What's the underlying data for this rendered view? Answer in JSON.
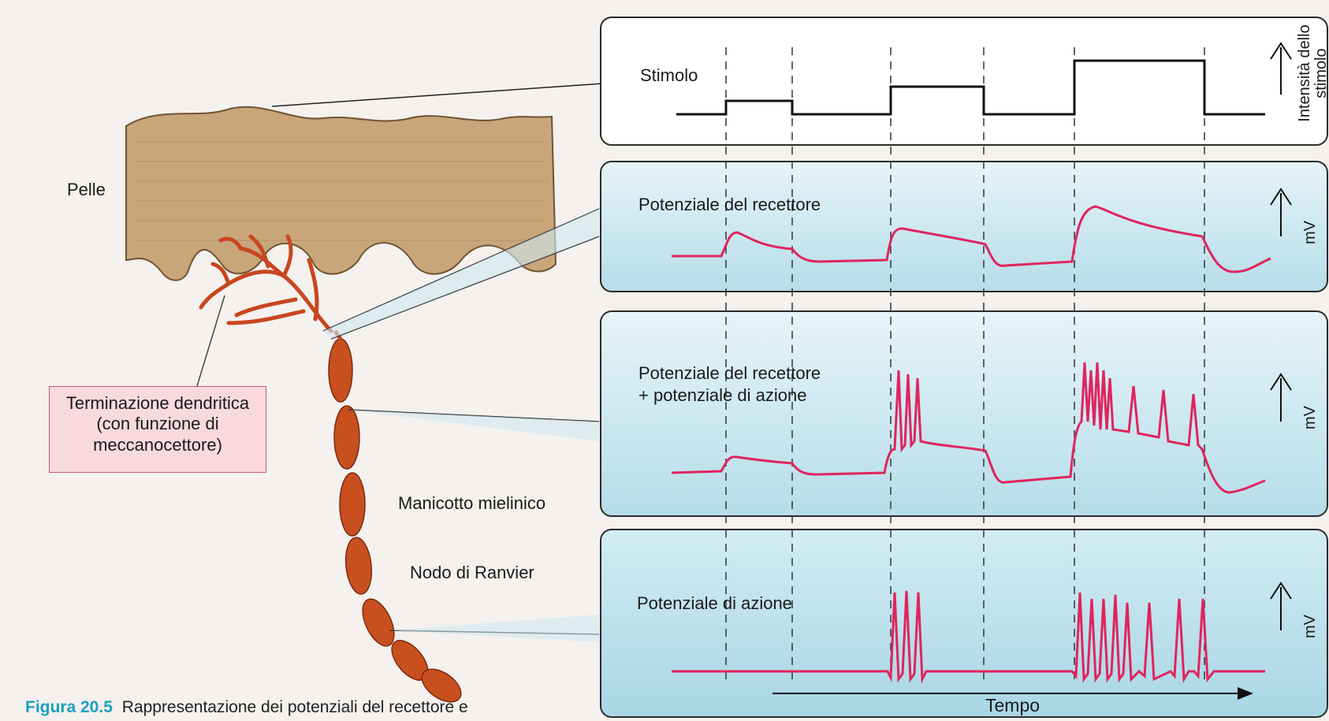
{
  "figure": {
    "labels": {
      "pelle": "Pelle",
      "dendritic_line1": "Terminazione dendritica",
      "dendritic_line2": "(con funzione di",
      "dendritic_line3": "meccanocettore)",
      "myelin": "Manicotto mielinico",
      "ranvier": "Nodo di Ranvier"
    },
    "panels": [
      {
        "title": "Stimolo",
        "axis": "Intensità dello stimolo",
        "axis_line1": "Intensità dello",
        "axis_line2": "stimolo"
      },
      {
        "title": "Potenziale del recettore",
        "axis": "mV"
      },
      {
        "title_line1": "Potenziale del recettore",
        "title_line2": "+ potenziale di azione",
        "axis": "mV"
      },
      {
        "title": "Potenziale di azione",
        "axis": "mV"
      }
    ],
    "time_axis": "Tempo",
    "caption_fig": "Figura 20.5",
    "caption_text": "Rappresentazione dei potenziali del recettore e"
  },
  "colors": {
    "skin": "#c9a57a",
    "nerve": "#c8461f",
    "signal": "#e0245e",
    "panel_blue": "#bfe3ee",
    "panel_border": "#2a2a2a",
    "caption_accent": "#1a9fc0"
  }
}
